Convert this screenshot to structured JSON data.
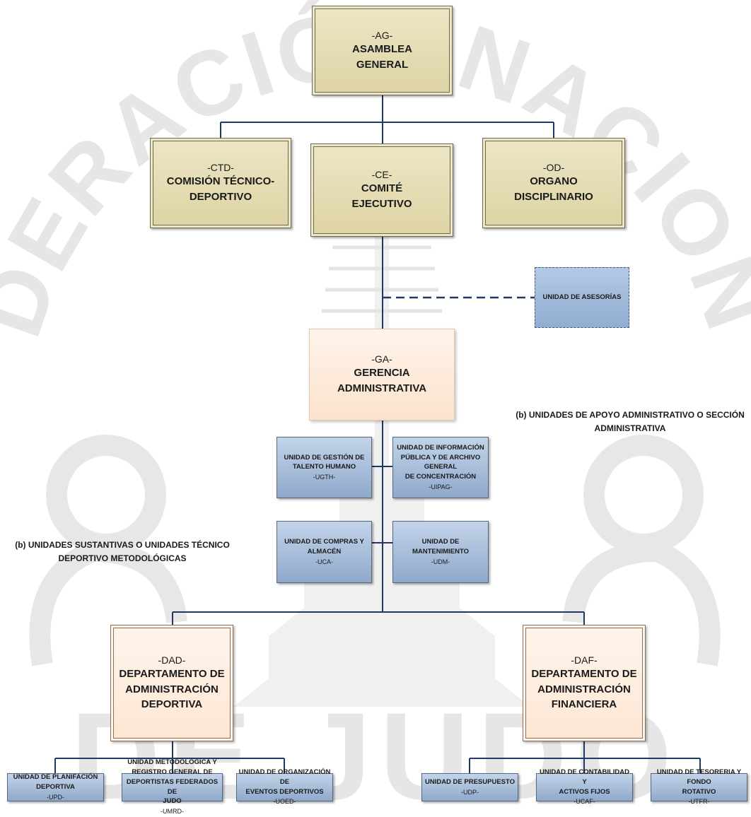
{
  "watermark": {
    "arc_text": "FEDERACIÓN NACIONAL",
    "bottom_text": "DE JUDO"
  },
  "ag": {
    "code": "-AG-",
    "line1": "ASAMBLEA",
    "line2": "GENERAL"
  },
  "ctd": {
    "code": "-CTD-",
    "line1": "COMISIÓN TÉCNICO-",
    "line2": "DEPORTIVO"
  },
  "ce": {
    "code": "-CE-",
    "line1": "COMITÉ",
    "line2": "EJECUTIVO"
  },
  "od": {
    "code": "-OD-",
    "line1": "ORGANO",
    "line2": "DISCIPLINARIO"
  },
  "asesorias": {
    "name": "UNIDAD DE ASESORÍAS"
  },
  "ga": {
    "code": "-GA-",
    "line1": "GERENCIA",
    "line2": "ADMINISTRATIVA"
  },
  "labels": {
    "apoyo_line1": "(b) UNIDADES DE APOYO ADMINISTRATIVO O SECCIÓN",
    "apoyo_line2": "ADMINISTRATIVA",
    "sustantivas_line1": "(b) UNIDADES SUSTANTIVAS O UNIDADES TÉCNICO",
    "sustantivas_line2": "DEPORTIVO METODOLÓGICAS"
  },
  "ugth": {
    "line1": "UNIDAD DE GESTIÓN DE",
    "line2": "TALENTO HUMANO",
    "code": "-UGTH-"
  },
  "uipag": {
    "line1": "UNIDAD DE INFORMACIÓN",
    "line2": "PÚBLICA Y DE ARCHIVO GENERAL",
    "line3": "DE CONCENTRACIÓN",
    "code": "-UIPAG-"
  },
  "uca": {
    "line1": "UNIDAD DE COMPRAS Y",
    "line2": "ALMACÉN",
    "code": "-UCA-"
  },
  "udm": {
    "line1": "UNIDAD DE MANTENIMIENTO",
    "code": "-UDM-"
  },
  "dad": {
    "code": "-DAD-",
    "line1": "DEPARTAMENTO DE",
    "line2": "ADMINISTRACIÓN",
    "line3": "DEPORTIVA"
  },
  "daf": {
    "code": "-DAF-",
    "line1": "DEPARTAMENTO DE",
    "line2": "ADMINISTRACIÓN",
    "line3": "FINANCIERA"
  },
  "upd": {
    "line1": "UNIDAD DE PLANIFACIÓN",
    "line2": "DEPORTIVA",
    "code": "-UPD-"
  },
  "umrd": {
    "line1": "UNIDAD METODOLÓGICA Y",
    "line2": "REGISTRO GENERAL DE",
    "line3": "DEPORTISTAS FEDERADOS DE",
    "line4": "JUDO",
    "code": "-UMRD-"
  },
  "uoed": {
    "line1": "UNIDAD DE ORGANIZACIÓN DE",
    "line2": "EVENTOS DEPORTIVOS",
    "code": "-UOED-"
  },
  "udp": {
    "line1": "UNIDAD DE PRESUPUESTO",
    "code": "-UDP-"
  },
  "ucaf": {
    "line1": "UNIDAD DE CONTABILIDAD Y",
    "line2": "ACTIVOS FIJOS",
    "code": "-UCAF-"
  },
  "utfr": {
    "line1": "UNIDAD DE TESORERIA  Y FONDO",
    "line2": "ROTATIVO",
    "code": "-UTFR-"
  },
  "colors": {
    "connector": "#1f3864",
    "tan": "#e3dbb5",
    "peach": "#fde9d9",
    "blue": "#a9bfdc"
  }
}
